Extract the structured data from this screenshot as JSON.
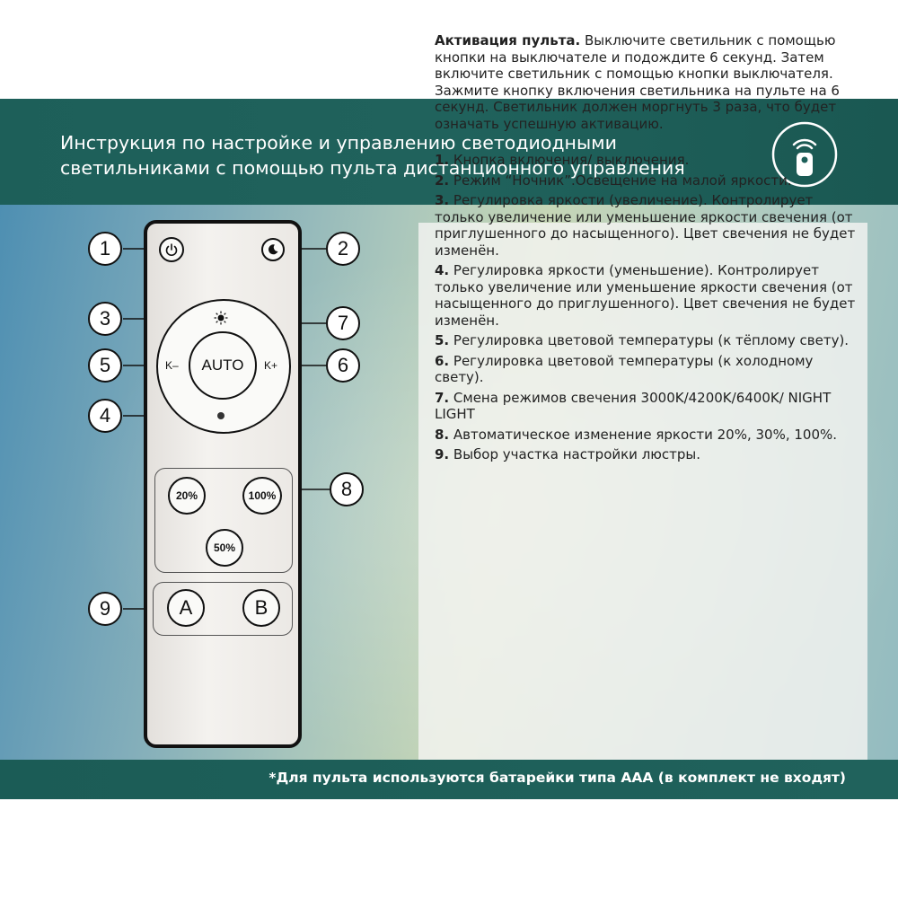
{
  "header": {
    "title": "Инструкция по настройке и управлению светодиодными светильниками с помощью пульта дистанционного управления",
    "icon": "remote-control-icon"
  },
  "remote": {
    "buttons": {
      "power": "power-icon",
      "night": "moon-icon",
      "brightness_up": "sun-icon",
      "brightness_down": "dim-dot-icon",
      "k_minus": "K–",
      "k_plus": "K+",
      "auto": "AUTO",
      "b20": "20%",
      "b100": "100%",
      "b50": "50%",
      "a": "A",
      "b": "B"
    },
    "callouts": [
      "1",
      "2",
      "3",
      "4",
      "5",
      "6",
      "7",
      "8",
      "9"
    ]
  },
  "info": {
    "activation_title": "Активация пульта.",
    "activation_text": " Выключите светильник с помощью кнопки на выключателе и подождите 6 секунд. Затем включите светильник с помощью кнопки выключателя. Зажмите кнопку включения светильника на пульте на 6 секунд. Светильник должен моргнуть 3 раза, что будет означать успешную активацию.",
    "items": [
      {
        "num": "1.",
        "text": " Кнопка включения/ выключения."
      },
      {
        "num": "2.",
        "text": " Режим “Ночник”.Освещение на малой яркости."
      },
      {
        "num": "3.",
        "text": " Регулировка яркости (увеличение). Контролирует только увеличение или уменьшение яркости свечения (от приглушенного до насыщенного). Цвет свечения не будет изменён."
      },
      {
        "num": "4.",
        "text": " Регулировка яркости (уменьшение). Контролирует только увеличение или уменьшение яркости свечения (от насыщенного до приглушенного). Цвет свечения не будет изменён."
      },
      {
        "num": "5.",
        "text": " Регулировка цветовой температуры (к тёплому свету)."
      },
      {
        "num": "6.",
        "text": " Регулировка цветовой температуры (к холодному свету)."
      },
      {
        "num": "7.",
        "text": " Смена режимов свечения 3000K/4200K/6400K/ NIGHT LIGHT"
      },
      {
        "num": "8.",
        "text": " Автоматическое изменение яркости 20%, 30%, 100%."
      },
      {
        "num": "9.",
        "text": " Выбор участка настройки люстры."
      }
    ]
  },
  "footer": {
    "note": "*Для пульта используются батарейки типа AAA (в комплект не входят)"
  },
  "colors": {
    "header_bg": "#1d5f59",
    "footer_bg": "#1d5f59",
    "text": "#222222"
  }
}
